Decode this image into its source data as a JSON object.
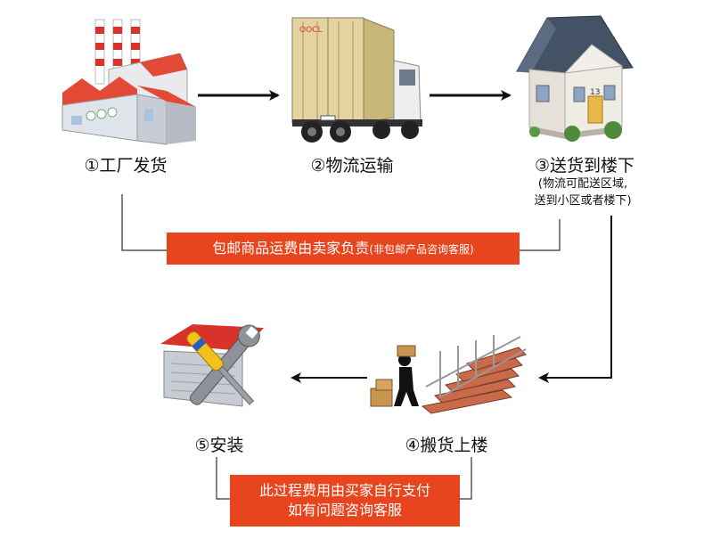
{
  "steps": [
    {
      "num": "①",
      "label": "工厂发货",
      "icon": "factory-icon"
    },
    {
      "num": "②",
      "label": "物流运输",
      "icon": "truck-icon"
    },
    {
      "num": "③",
      "label": "送货到楼下",
      "icon": "house-icon"
    },
    {
      "num": "④",
      "label": "搬货上楼",
      "icon": "porter-stairs-icon"
    },
    {
      "num": "⑤",
      "label": "安装",
      "icon": "tools-icon"
    }
  ],
  "step3_note": {
    "line1": "(物流可配送区域,",
    "line2": "送到小区或者楼下)"
  },
  "banner_top": {
    "main": "包邮商品运费由卖家负责",
    "small": "(非包邮产品咨询客服)"
  },
  "banner_bottom": {
    "line1": "此过程费用由买家自行支付",
    "line2": "如有问题咨询客服"
  },
  "colors": {
    "banner": "#e8451e",
    "arrow": "#111111",
    "connector": "#333333"
  }
}
